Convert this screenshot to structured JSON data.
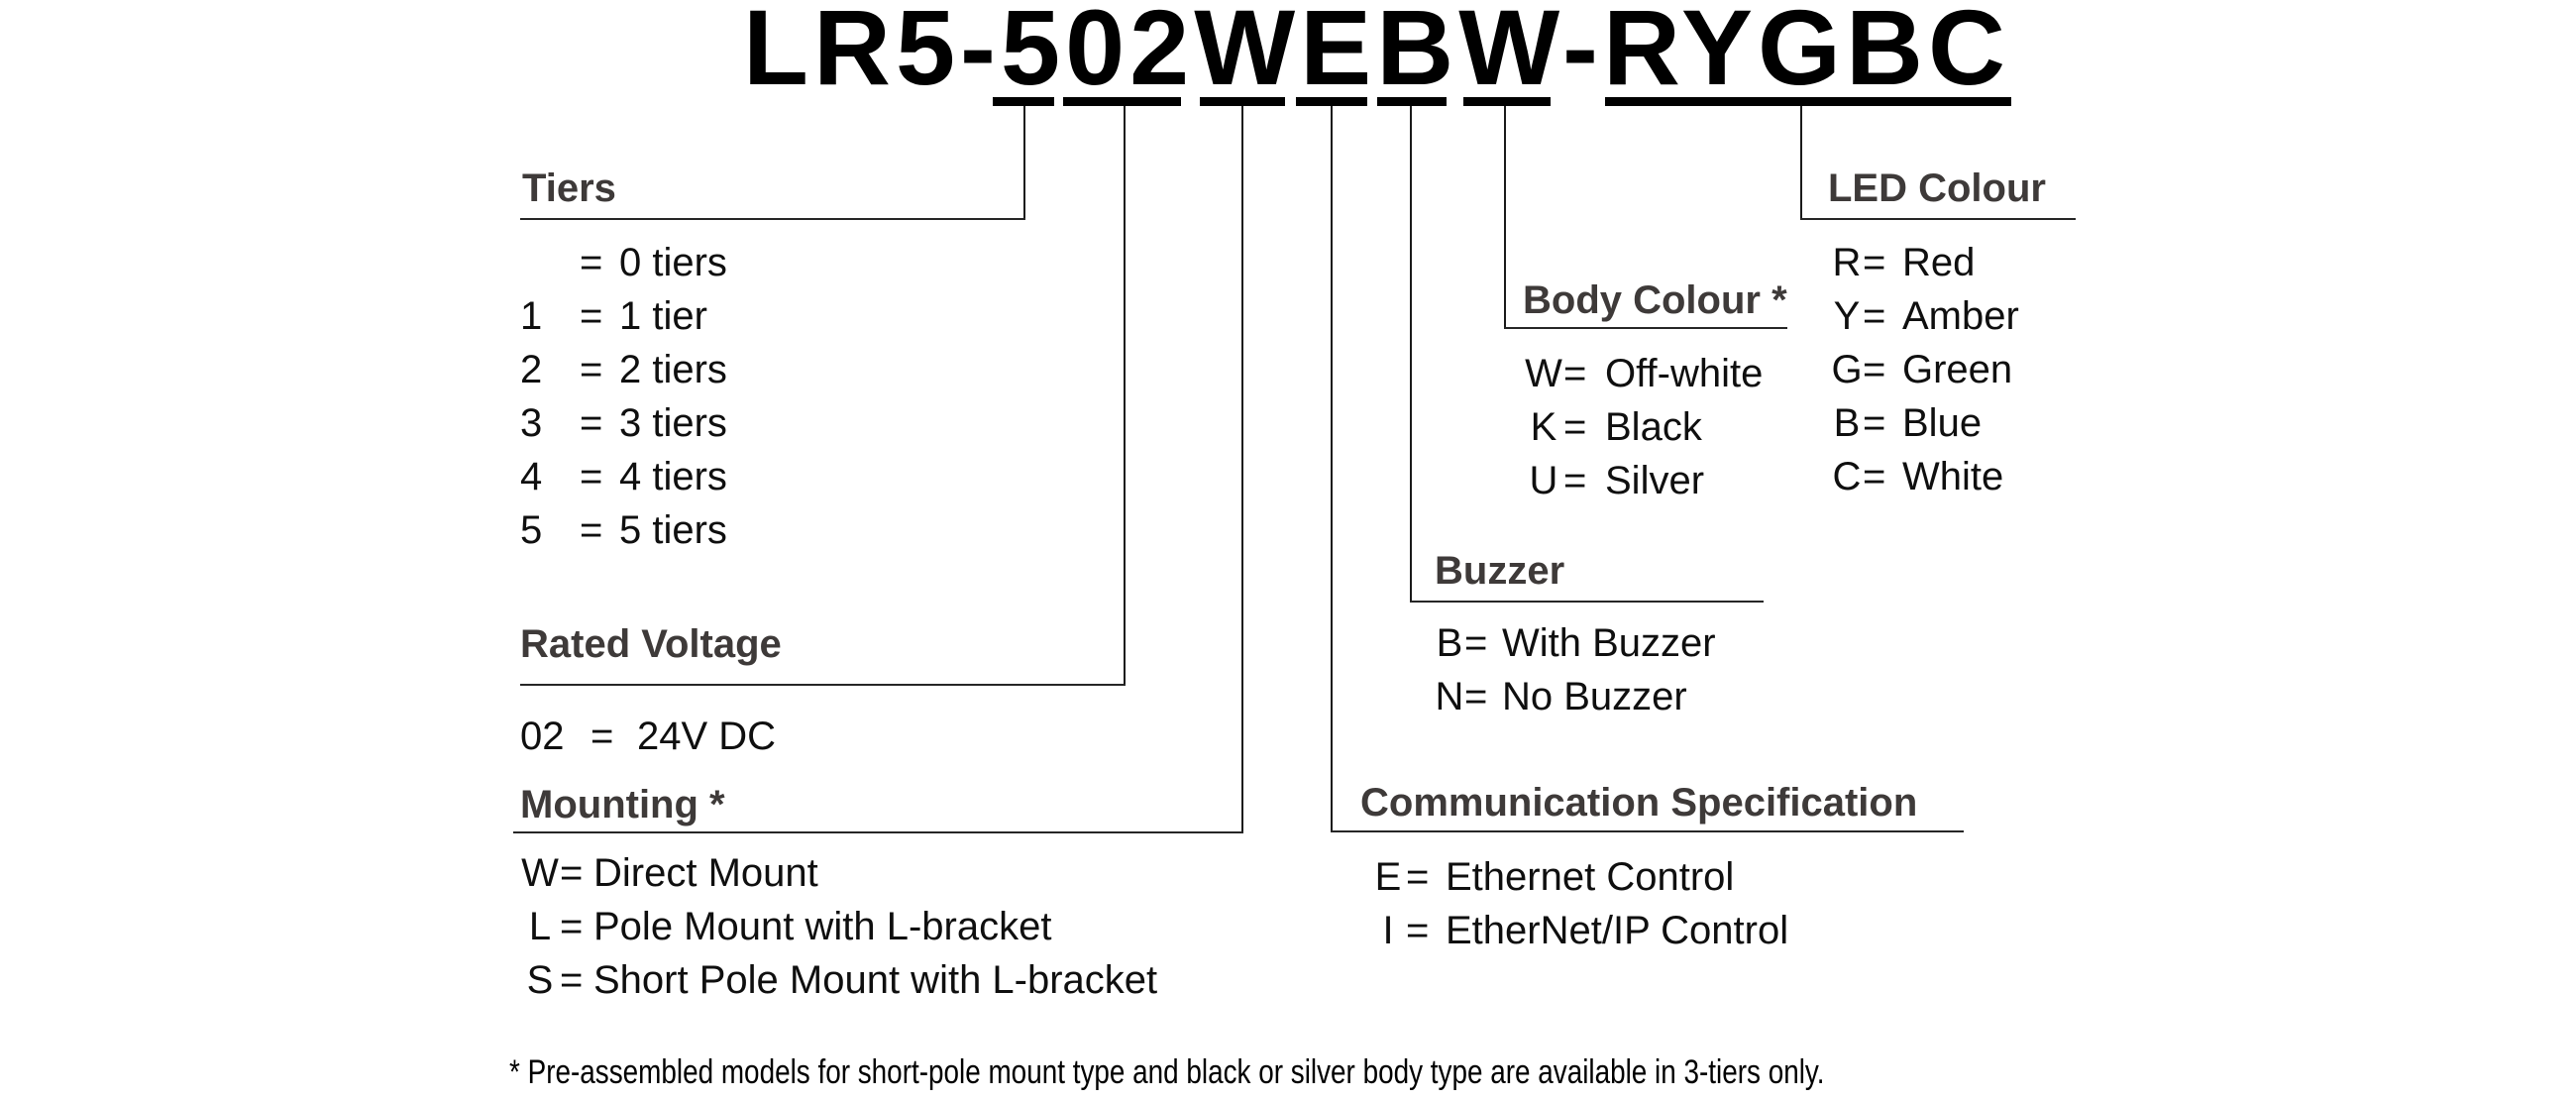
{
  "title": {
    "model": "LR5-502WEBW-RYGBC",
    "segments": [
      {
        "text": "LR5-",
        "underlined": false
      },
      {
        "text": "5",
        "underlined": true,
        "links_to": "tiers"
      },
      {
        "text": "02",
        "underlined": true,
        "links_to": "rated_voltage"
      },
      {
        "text": "W",
        "underlined": true,
        "links_to": "mounting"
      },
      {
        "text": "E",
        "underlined": true,
        "links_to": "communication"
      },
      {
        "text": "B",
        "underlined": true,
        "links_to": "buzzer"
      },
      {
        "text": "W",
        "underlined": true,
        "links_to": "body_colour"
      },
      {
        "text": "-",
        "underlined": false
      },
      {
        "text": "RYGBC",
        "underlined": true,
        "links_to": "led_colour"
      }
    ]
  },
  "symbols": {
    "eq": "="
  },
  "sections": {
    "tiers": {
      "heading": "Tiers",
      "items": [
        {
          "code": "",
          "value": "0 tiers"
        },
        {
          "code": "1",
          "value": "1 tier"
        },
        {
          "code": "2",
          "value": "2 tiers"
        },
        {
          "code": "3",
          "value": "3 tiers"
        },
        {
          "code": "4",
          "value": "4 tiers"
        },
        {
          "code": "5",
          "value": "5 tiers"
        }
      ]
    },
    "rated_voltage": {
      "heading": "Rated Voltage",
      "items": [
        {
          "code": "02",
          "value": "24V DC"
        }
      ]
    },
    "mounting": {
      "heading": "Mounting *",
      "items": [
        {
          "code": "W",
          "value": "Direct Mount"
        },
        {
          "code": "L",
          "value": "Pole Mount with L-bracket"
        },
        {
          "code": "S",
          "value": "Short Pole Mount with L-bracket"
        }
      ]
    },
    "communication": {
      "heading": "Communication Specification",
      "items": [
        {
          "code": "E",
          "value": "Ethernet Control"
        },
        {
          "code": "I",
          "value": "EtherNet/IP Control"
        }
      ]
    },
    "buzzer": {
      "heading": "Buzzer",
      "items": [
        {
          "code": "B",
          "value": "With Buzzer"
        },
        {
          "code": "N",
          "value": "No Buzzer"
        }
      ]
    },
    "body_colour": {
      "heading": "Body Colour *",
      "items": [
        {
          "code": "W",
          "value": "Off-white"
        },
        {
          "code": "K",
          "value": "Black"
        },
        {
          "code": "U",
          "value": "Silver"
        }
      ]
    },
    "led_colour": {
      "heading": "LED Colour",
      "items": [
        {
          "code": "R",
          "value": "Red"
        },
        {
          "code": "Y",
          "value": "Amber"
        },
        {
          "code": "G",
          "value": "Green"
        },
        {
          "code": "B",
          "value": "Blue"
        },
        {
          "code": "C",
          "value": "White"
        }
      ]
    }
  },
  "footnote": "* Pre-assembled models for short-pole mount type and black or silver body type are available in 3-tiers only.",
  "colors": {
    "background": "#ffffff",
    "title_text": "#000000",
    "heading_text": "#3e3a39",
    "body_text": "#0f0f0f",
    "line": "#1a1a1a"
  }
}
